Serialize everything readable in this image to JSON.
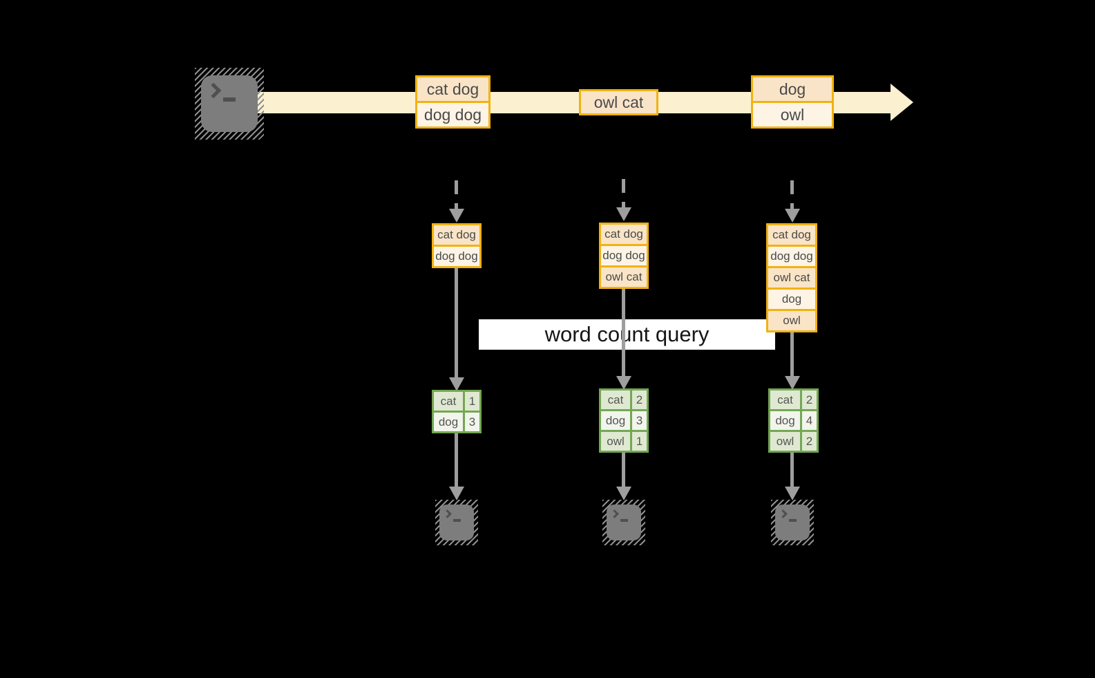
{
  "query_label": "word count query",
  "colors": {
    "background": "#000000",
    "amber_border": "#F1B211",
    "peach_fill": "#FAE4C7",
    "cream_fill": "#FDF4E5",
    "stream_band": "#FBF1D1",
    "green_border": "#74A754",
    "green_fill_dark": "#DFE9D1",
    "green_fill_light": "#F1F5EB",
    "arrow_gray": "#9E9E9E",
    "terminal_gray": "#7D7D7D",
    "query_box_bg": "#FFFFFF",
    "cell_text": "#4A4A4A"
  },
  "icons": {
    "source": "terminal-icon",
    "sinks": [
      "terminal-icon",
      "terminal-icon",
      "terminal-icon"
    ]
  },
  "stream": {
    "events": [
      {
        "lines": [
          "cat dog",
          "dog dog"
        ]
      },
      {
        "lines": [
          "owl cat"
        ]
      },
      {
        "lines": [
          "dog",
          "owl"
        ]
      }
    ]
  },
  "columns": [
    {
      "buffer": [
        "cat dog",
        "dog dog"
      ],
      "counts": [
        {
          "word": "cat",
          "count": "1"
        },
        {
          "word": "dog",
          "count": "3"
        }
      ]
    },
    {
      "buffer": [
        "cat dog",
        "dog dog",
        "owl cat"
      ],
      "counts": [
        {
          "word": "cat",
          "count": "2"
        },
        {
          "word": "dog",
          "count": "3"
        },
        {
          "word": "owl",
          "count": "1"
        }
      ]
    },
    {
      "buffer": [
        "cat dog",
        "dog dog",
        "owl cat",
        "dog",
        "owl"
      ],
      "counts": [
        {
          "word": "cat",
          "count": "2"
        },
        {
          "word": "dog",
          "count": "4"
        },
        {
          "word": "owl",
          "count": "2"
        }
      ]
    }
  ]
}
